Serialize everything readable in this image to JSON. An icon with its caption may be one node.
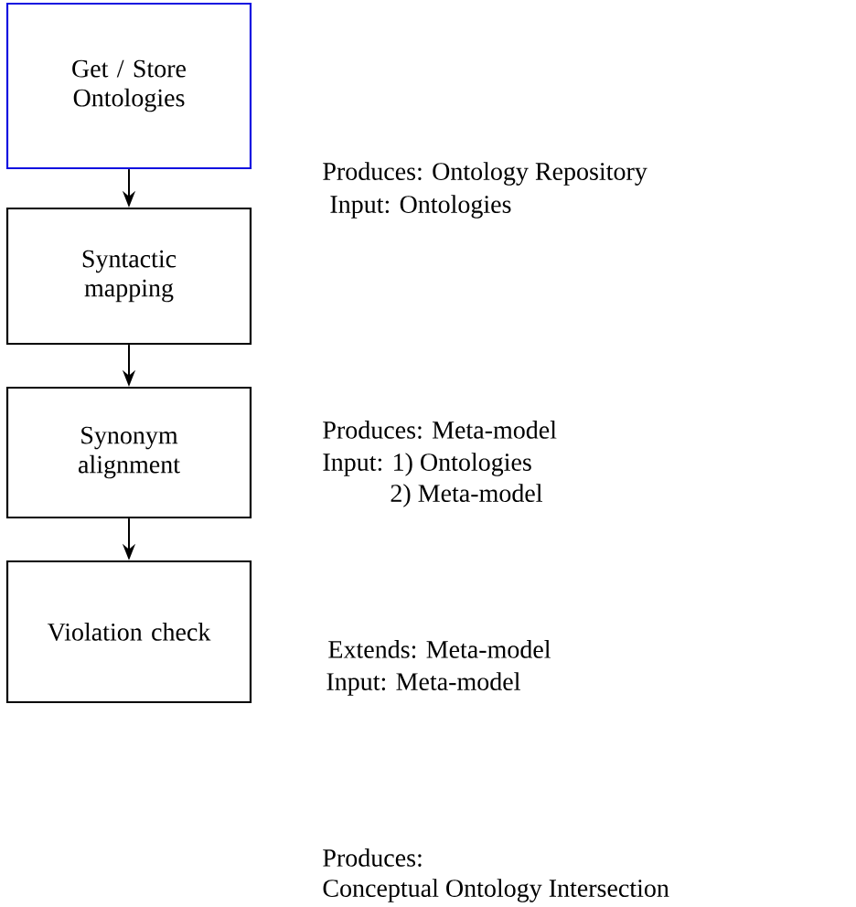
{
  "diagram": {
    "nodes": [
      {
        "text": [
          "Get / Store Ontologies"
        ]
      },
      {
        "text": [
          "Syntactic mapping"
        ]
      },
      {
        "text": [
          "Synonym alignment"
        ]
      },
      {
        "text": [
          "Violation check"
        ]
      }
    ],
    "edges": [
      {
        "from": 0,
        "to": 1,
        "arrow": "to"
      },
      {
        "from": 1,
        "to": 2,
        "arrow": "to"
      },
      {
        "from": 2,
        "to": 3,
        "arrow": "to"
      }
    ],
    "labels": [
      "Produces: Ontology Repository",
      "Input: Ontologies",
      "Produces: Meta-model",
      "Input: 1) Ontologies",
      "2) Meta-model",
      "Extends: Meta-model",
      "Input: Meta-model",
      "Produces:",
      "Conceptual Ontology Intersection"
    ]
  }
}
